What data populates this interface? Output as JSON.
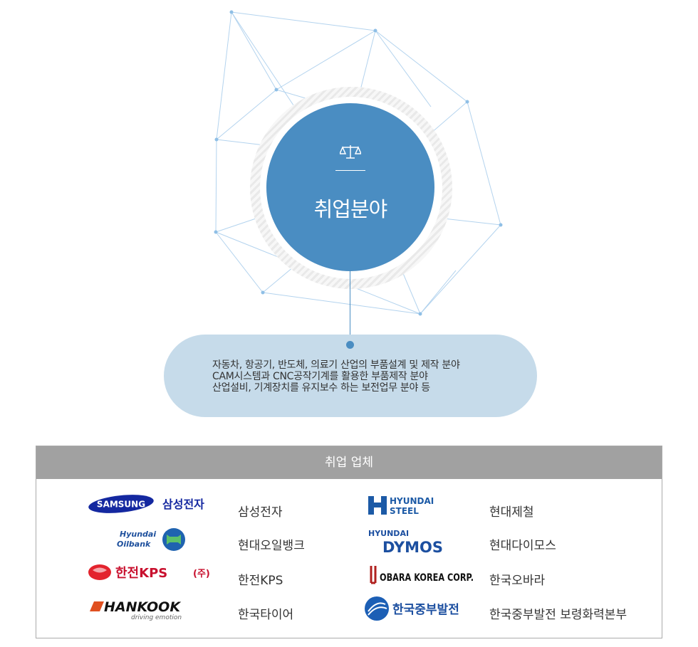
{
  "hero": {
    "title": "취업분야",
    "icon": "scale-icon"
  },
  "description": {
    "lines": [
      "자동차, 항공기, 반도체, 의료기 산업의 부품설계 및 제작 분야",
      "CAM시스템과 CNC공작기계를 활용한 부품제작 분야",
      "산업설비, 기계장치를 유지보수 하는 보전업무 분야 등"
    ]
  },
  "companies": {
    "header": "취업 업체",
    "left": [
      {
        "logo_text": "SAMSUNG",
        "logo_sub": "삼성전자",
        "name": "삼성전자"
      },
      {
        "logo_text": "Hyundai",
        "logo_sub": "Oilbank",
        "name": "현대오일뱅크"
      },
      {
        "logo_text": "한전KPS",
        "logo_sub": "(주)",
        "name": "한전KPS"
      },
      {
        "logo_text": "HANKOOK",
        "logo_sub": "driving emotion",
        "name": "한국타이어"
      }
    ],
    "right": [
      {
        "logo_text": "HYUNDAI",
        "logo_sub": "STEEL",
        "name": "현대제철"
      },
      {
        "logo_text": "HYUNDAI",
        "logo_sub": "DYMOS",
        "name": "현대다이모스"
      },
      {
        "logo_text": "OBARA KOREA CORP.",
        "logo_sub": "",
        "name": "한국오바라"
      },
      {
        "logo_text": "한국중부발전",
        "logo_sub": "",
        "name": "한국중부발전 보령화력본부"
      }
    ]
  },
  "colors": {
    "accent": "#4a8dc2",
    "pill": "#c6dbea",
    "header_gray": "#a1a1a1",
    "network_line": "#a9cdea"
  }
}
